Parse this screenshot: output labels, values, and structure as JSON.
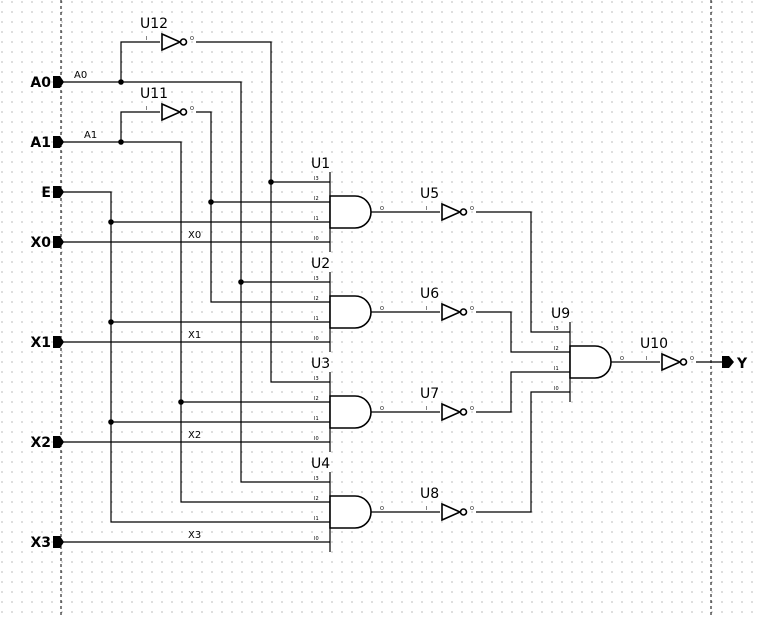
{
  "ports": {
    "A0": "A0",
    "A1": "A1",
    "E": "E",
    "X0": "X0",
    "X1": "X1",
    "X2": "X2",
    "X3": "X3",
    "Y": "Y"
  },
  "nets": {
    "A0": "A0",
    "A1": "A1",
    "X0": "X0",
    "X1": "X1",
    "X2": "X2",
    "X3": "X3"
  },
  "gates": {
    "U1": "U1",
    "U2": "U2",
    "U3": "U3",
    "U4": "U4",
    "U5": "U5",
    "U6": "U6",
    "U7": "U7",
    "U8": "U8",
    "U9": "U9",
    "U10": "U10",
    "U11": "U11",
    "U12": "U12"
  },
  "pins": {
    "in0": "I0",
    "in1": "I1",
    "in2": "I2",
    "in3": "I3",
    "out": "O",
    "inv_in": "I"
  },
  "colors": {
    "wire": "#000000",
    "grid": "#7a7a7a",
    "background": "#ffffff"
  }
}
